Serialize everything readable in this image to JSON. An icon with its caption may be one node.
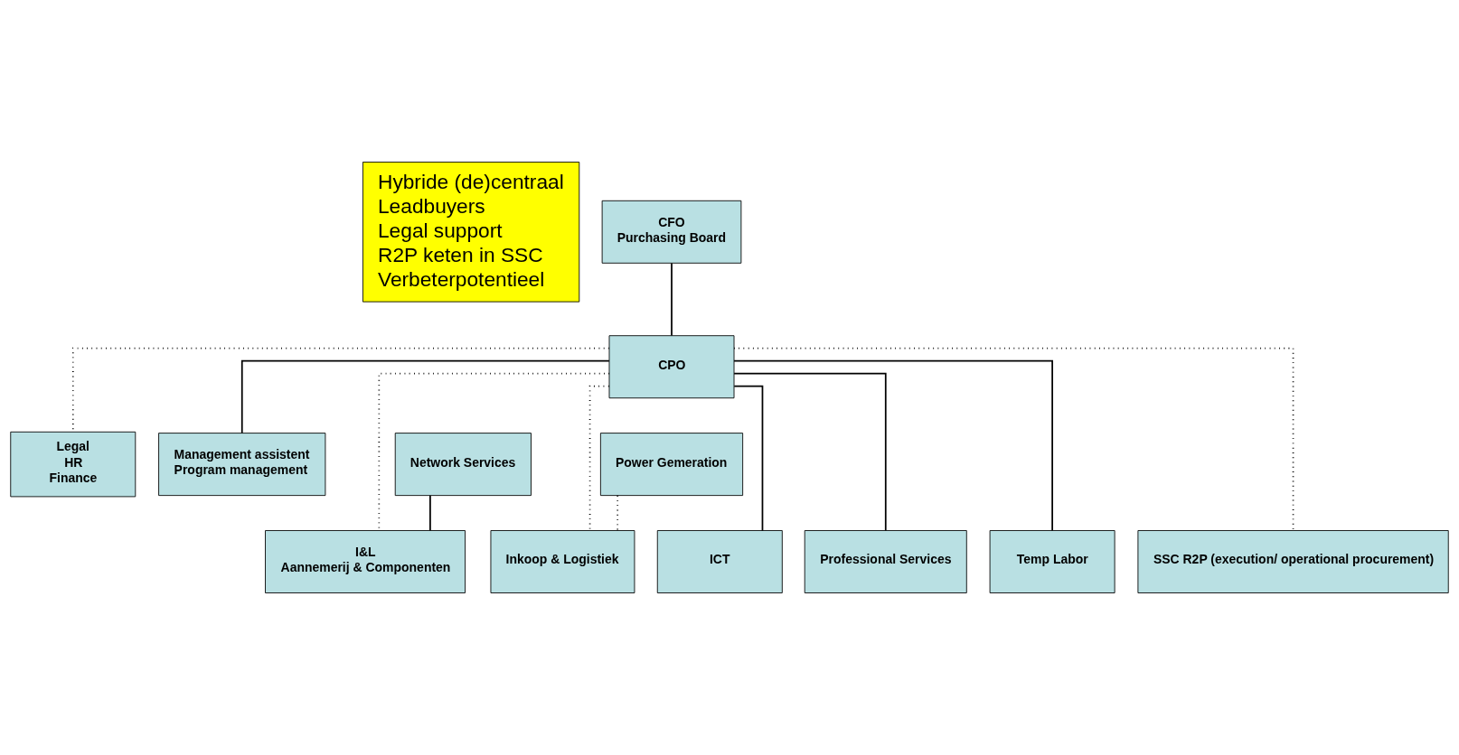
{
  "diagram": {
    "nodes": [
      {
        "text": [
          "Hybride (de)centraal",
          "Leadbuyers",
          "Legal support",
          "R2P keten in SSC",
          "Verbeterpotentieel"
        ]
      },
      {
        "text": [
          "CFO",
          "Purchasing Board"
        ]
      },
      {
        "text": [
          "CPO"
        ]
      },
      {
        "text": [
          "Legal",
          "HR",
          "Finance"
        ]
      },
      {
        "text": [
          "Management assistent",
          "Program management"
        ]
      },
      {
        "text": [
          "Network Services"
        ]
      },
      {
        "text": [
          "Power Gemeration"
        ]
      },
      {
        "text": [
          "I&L",
          "Aannemerij & Componenten"
        ]
      },
      {
        "text": [
          "Inkoop & Logistiek"
        ]
      },
      {
        "text": [
          "ICT"
        ]
      },
      {
        "text": [
          "Professional Services"
        ]
      },
      {
        "text": [
          "Temp Labor"
        ]
      },
      {
        "text": [
          "SSC R2P (execution/ operational procurement)"
        ]
      }
    ],
    "edges": [
      {
        "from": 1,
        "to": 2,
        "arrow": "none"
      },
      {
        "from": 2,
        "to": 3,
        "arrow": "none",
        "style": "dashed"
      },
      {
        "from": 2,
        "to": 4,
        "arrow": "none"
      },
      {
        "from": 2,
        "to": 9,
        "arrow": "none"
      },
      {
        "from": 2,
        "to": 10,
        "arrow": "none"
      },
      {
        "from": 2,
        "to": 11,
        "arrow": "none"
      },
      {
        "from": 2,
        "to": 12,
        "arrow": "none",
        "style": "dashed"
      },
      {
        "from": 2,
        "to": 7,
        "arrow": "none",
        "style": "dashed"
      },
      {
        "from": 2,
        "to": 8,
        "arrow": "none",
        "style": "dashed"
      },
      {
        "from": 5,
        "to": 7,
        "arrow": "none"
      },
      {
        "from": 6,
        "to": 8,
        "arrow": "none",
        "style": "dashed"
      }
    ]
  }
}
